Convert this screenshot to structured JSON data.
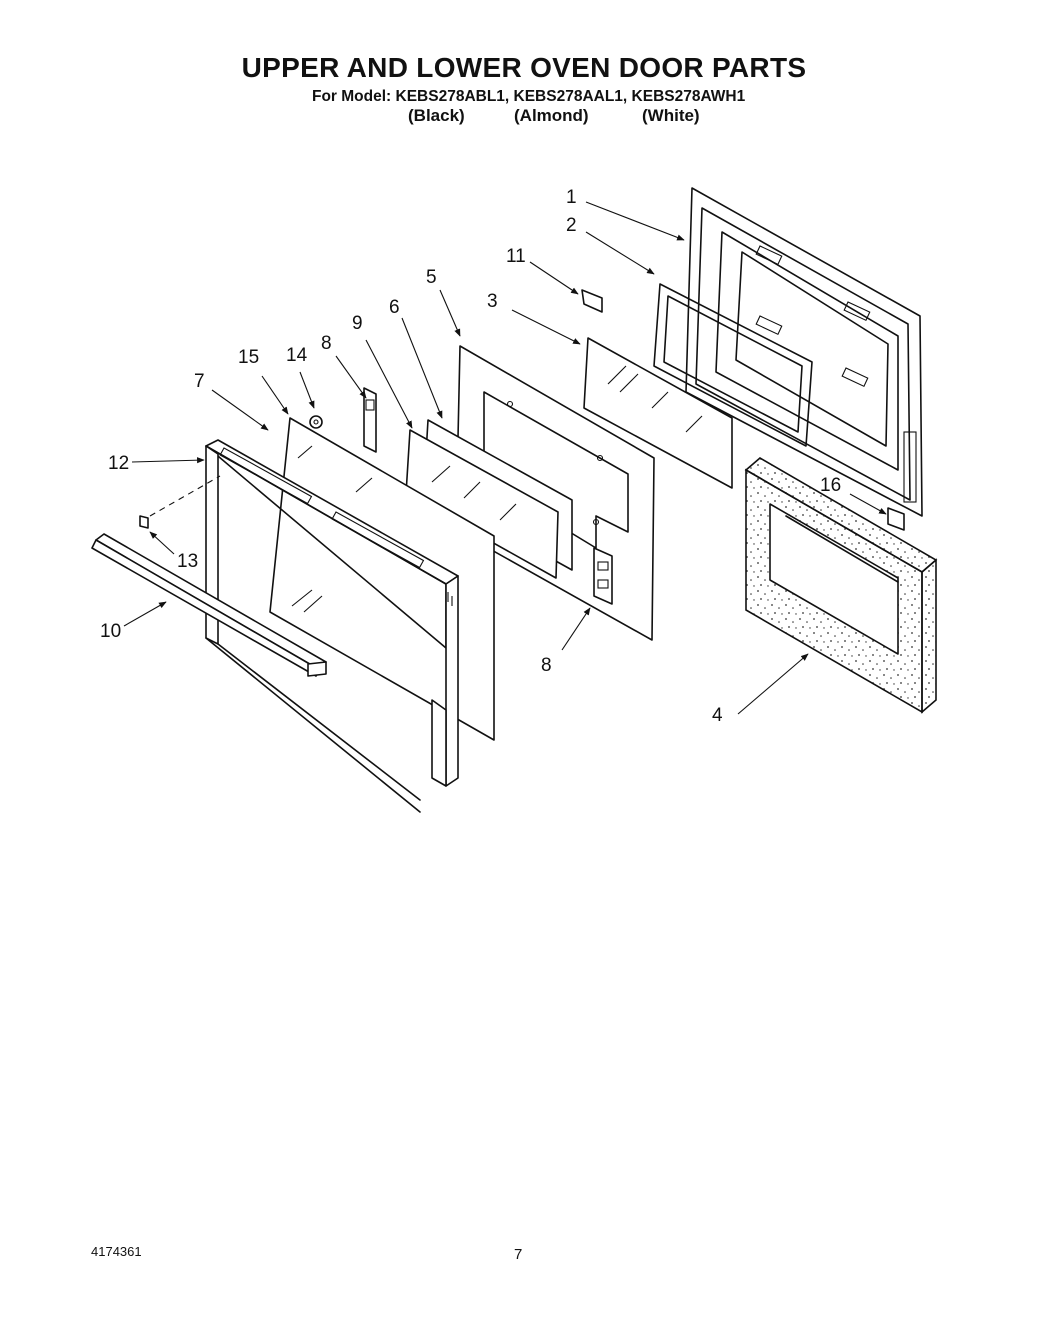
{
  "header": {
    "title": "UPPER AND LOWER OVEN DOOR PARTS",
    "model_line": "For Model: KEBS278ABL1, KEBS278AAL1, KEBS278AWH1",
    "colors": [
      "(Black)",
      "(Almond)",
      "(White)"
    ]
  },
  "callouts": {
    "c1": "1",
    "c2": "2",
    "c3": "3",
    "c4": "4",
    "c5": "5",
    "c6": "6",
    "c7": "7",
    "c8a": "8",
    "c8b": "8",
    "c9": "9",
    "c10": "10",
    "c11": "11",
    "c12": "12",
    "c13": "13",
    "c14": "14",
    "c15": "15",
    "c16": "16"
  },
  "footer": {
    "doc_number": "4174361",
    "page_number": "7"
  },
  "colors": {
    "ink": "#111111",
    "paper": "#ffffff"
  }
}
